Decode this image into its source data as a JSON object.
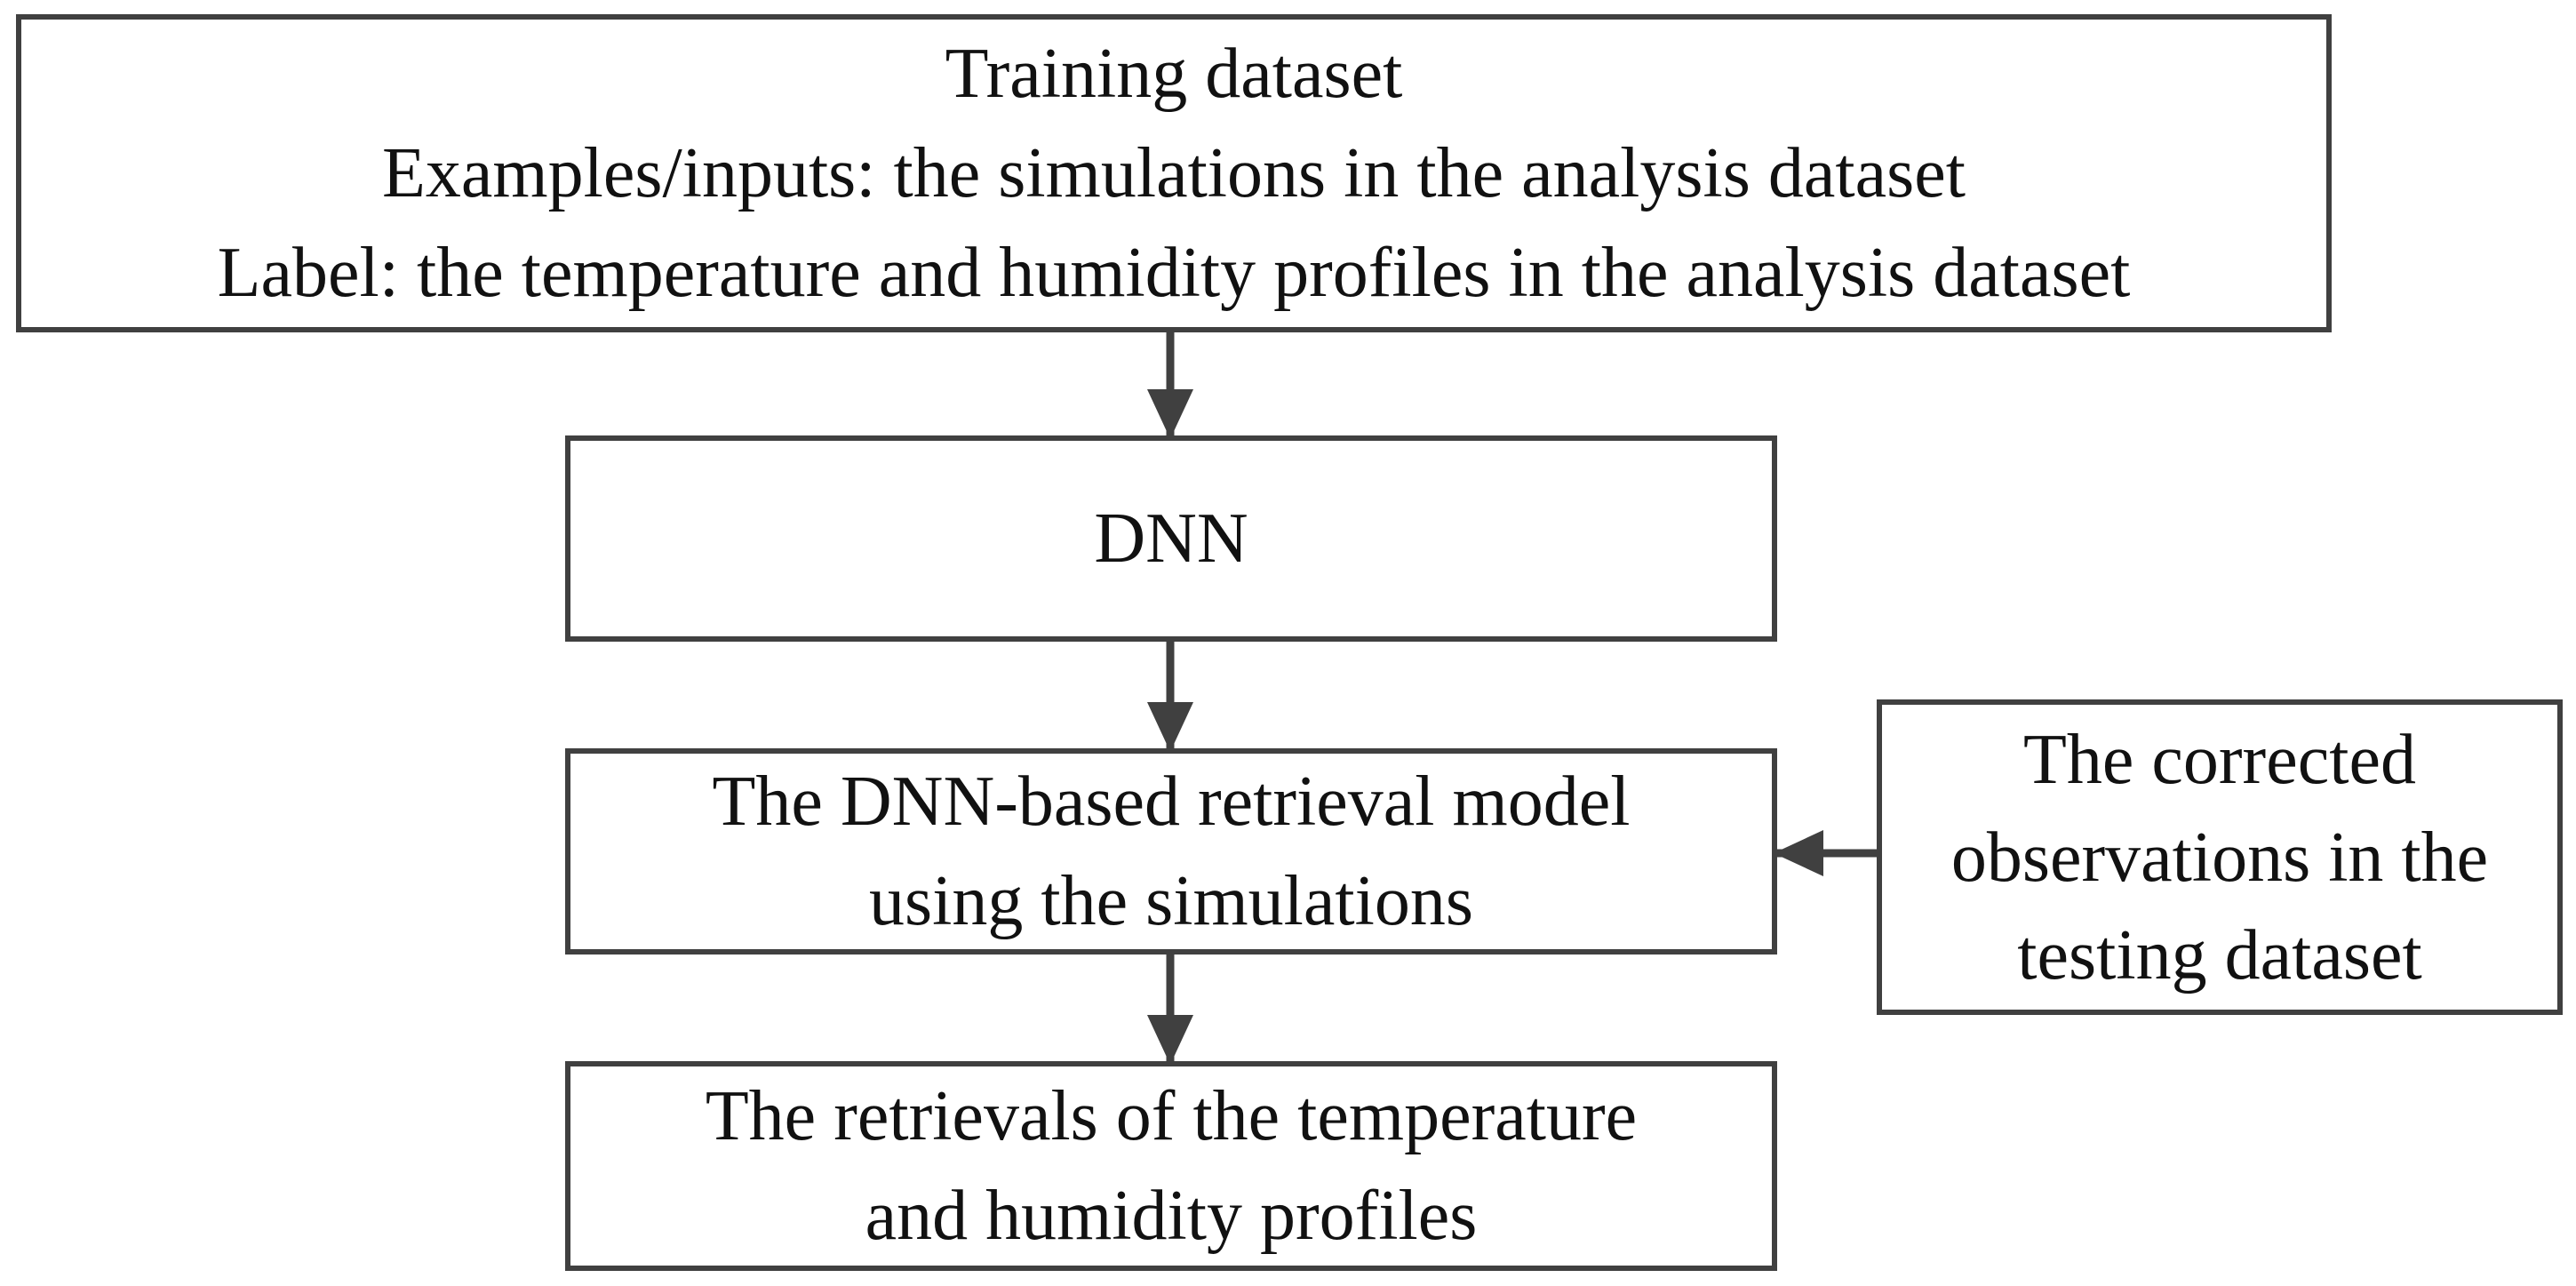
{
  "nodes": {
    "training": {
      "lines": [
        "Training dataset",
        "Examples/inputs: the simulations in the analysis dataset",
        "Label: the temperature and humidity profiles in the analysis dataset"
      ]
    },
    "dnn": {
      "lines": [
        "DNN"
      ]
    },
    "model": {
      "lines": [
        "The DNN-based retrieval model",
        "using the simulations"
      ]
    },
    "observations": {
      "lines": [
        "The corrected",
        "observations in the",
        "testing dataset"
      ]
    },
    "retrievals": {
      "lines": [
        "The retrievals of the temperature",
        "and humidity profiles"
      ]
    }
  },
  "edges": [
    {
      "from": "training",
      "to": "dnn"
    },
    {
      "from": "dnn",
      "to": "model"
    },
    {
      "from": "observations",
      "to": "model"
    },
    {
      "from": "model",
      "to": "retrievals"
    }
  ],
  "colors": {
    "stroke": "#404040",
    "text": "#111111",
    "background": "#ffffff"
  }
}
